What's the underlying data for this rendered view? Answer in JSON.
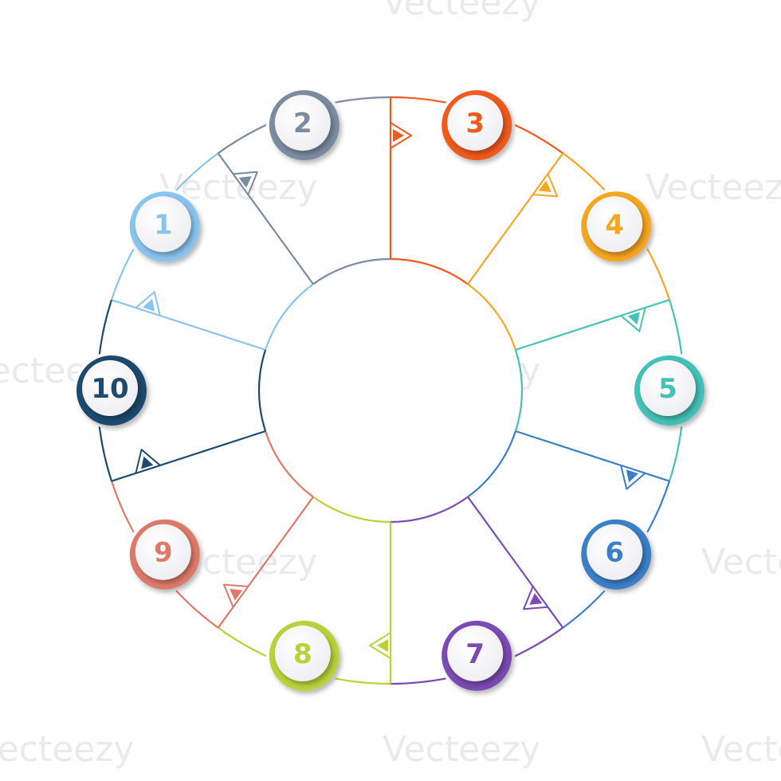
{
  "diagram": {
    "type": "circular-10-step-infographic",
    "center_circle_stroke": "#d5d5dd",
    "watermark": {
      "text": "Vecteezy",
      "color": "#e9e9ee"
    },
    "steps": [
      {
        "number": "1",
        "color": "#89c4ee"
      },
      {
        "number": "2",
        "color": "#7b8ba0"
      },
      {
        "number": "3",
        "color": "#f05a1e"
      },
      {
        "number": "4",
        "color": "#f5a623"
      },
      {
        "number": "5",
        "color": "#45c1b6"
      },
      {
        "number": "6",
        "color": "#3a7fc7"
      },
      {
        "number": "7",
        "color": "#7a4bb3"
      },
      {
        "number": "8",
        "color": "#b8d23a"
      },
      {
        "number": "9",
        "color": "#dd7a6a"
      },
      {
        "number": "10",
        "color": "#1d4a6e"
      }
    ]
  }
}
